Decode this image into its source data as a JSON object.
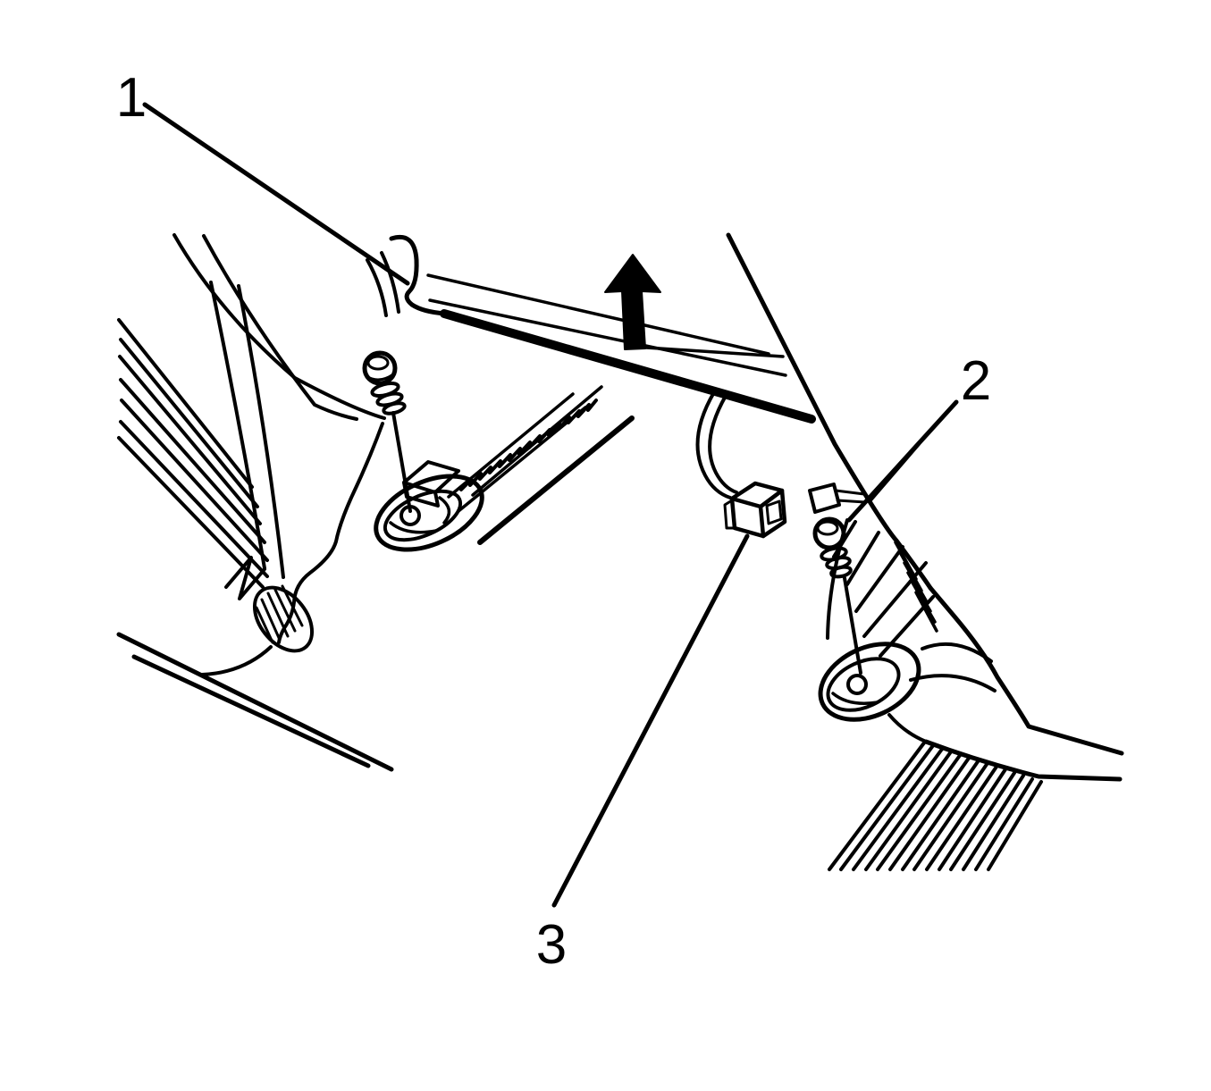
{
  "figure": {
    "background_color": "#ffffff",
    "line_color": "#000000",
    "callouts": [
      {
        "label": "1"
      },
      {
        "label": "2"
      },
      {
        "label": "3"
      }
    ],
    "arrow": {
      "icon": "up-arrow",
      "color": "#000000"
    }
  }
}
